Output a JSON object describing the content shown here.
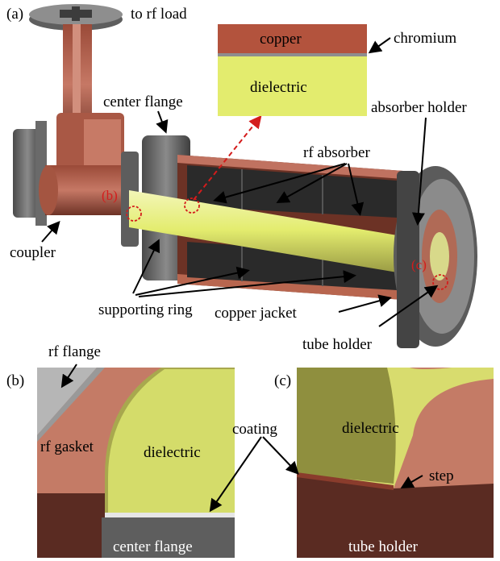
{
  "panel_a": {
    "panel_label": "(a)",
    "labels": {
      "to_rf_load": "to rf load",
      "center_flange": "center flange",
      "rf_absorber": "rf absorber",
      "absorber_holder": "absorber holder",
      "coupler": "coupler",
      "supporting_ring": "supporting ring",
      "copper_jacket": "copper jacket",
      "tube_holder": "tube holder",
      "callout_b": "(b)",
      "callout_c": "(c)"
    },
    "inset": {
      "copper": "copper",
      "chromium": "chromium",
      "dielectric": "dielectric"
    }
  },
  "panel_b": {
    "panel_label": "(b)",
    "labels": {
      "rf_flange": "rf flange",
      "rf_gasket": "rf gasket",
      "dielectric": "dielectric",
      "center_flange": "center flange"
    }
  },
  "panel_c": {
    "panel_label": "(c)",
    "labels": {
      "coating": "coating",
      "dielectric": "dielectric",
      "step": "step",
      "tube_holder": "tube holder"
    }
  },
  "colors": {
    "copper_light": "#c87a66",
    "copper_dark": "#5a2b22",
    "dielectric": "#e3ec6e",
    "dielectric_dark": "#8a8a3c",
    "absorber": "#2d2d2d",
    "steel": "#777777",
    "callout_red": "#d41c1c"
  }
}
